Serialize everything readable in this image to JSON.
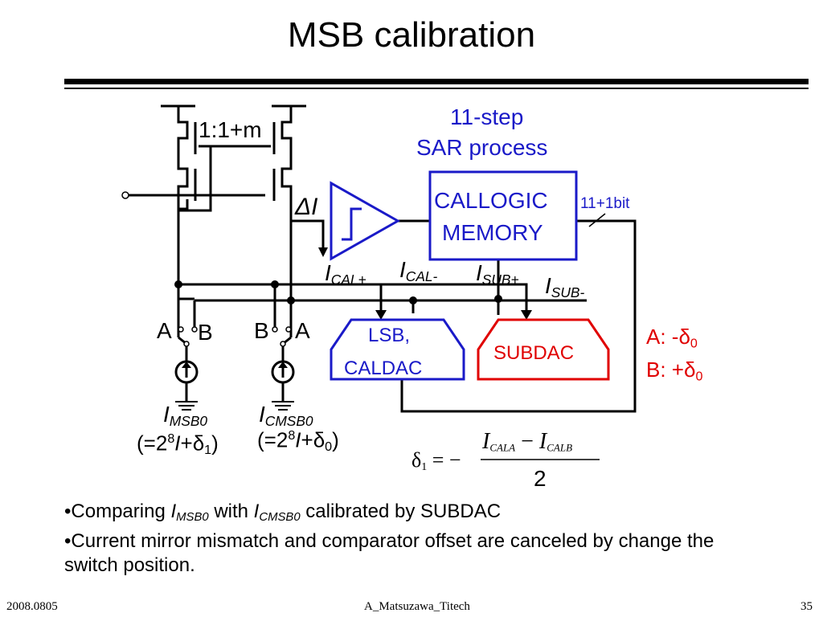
{
  "title": "MSB calibration",
  "diagram": {
    "mirror_ratio": "1:1+m",
    "delta_i": "ΔI",
    "sar_line1": "11-step",
    "sar_line2": "SAR process",
    "callogic_line1": "CALLOGIC",
    "callogic_line2": "MEMORY",
    "bus_width": "11+1bit",
    "i_cal_plus": {
      "main": "I",
      "sub": "CAL+"
    },
    "i_cal_minus": {
      "main": "I",
      "sub": "CAL-"
    },
    "i_sub_plus": {
      "main": "I",
      "sub": "SUB+"
    },
    "i_sub_minus": {
      "main": "I",
      "sub": "SUB-"
    },
    "lsb_line1": "LSB,",
    "lsb_line2": "CALDAC",
    "subdac": "SUBDAC",
    "switch_left": {
      "a": "A",
      "b": "B"
    },
    "switch_right": {
      "b": "B",
      "a": "A"
    },
    "state_a": {
      "label": "A: -δ",
      "sub": "0"
    },
    "state_b": {
      "label": "B: +δ",
      "sub": "0"
    },
    "i_msb0": {
      "main": "I",
      "sub": "MSB0"
    },
    "i_cmsb0": {
      "main": "I",
      "sub": "CMSB0"
    },
    "msb0_value": {
      "open": "(=2",
      "exp": "8",
      "mid": "I",
      "rest": "+δ",
      "sub": "1",
      "close": ")"
    },
    "cmsb0_value": {
      "open": "(=2",
      "exp": "8",
      "mid": "I",
      "rest": "+δ",
      "sub": "0",
      "close": ")"
    },
    "formula": {
      "lhs": "δ",
      "lhs_sub": "1",
      "eq": "= −",
      "num_a": "I",
      "num_a_sub": "CALA",
      "minus": "−",
      "num_b": "I",
      "num_b_sub": "CALB",
      "den": "2"
    }
  },
  "bullets": {
    "b1": {
      "pre": "•Comparing ",
      "i1": "I",
      "s1": "MSB0",
      "mid": " with ",
      "i2": "I",
      "s2": "CMSB0",
      "post": " calibrated by SUBDAC"
    },
    "b2": "•Current mirror mismatch and comparator offset are canceled by change the switch position."
  },
  "footer": {
    "date": "2008.0805",
    "author": "A_Matsuzawa_Titech",
    "page": "35"
  },
  "colors": {
    "blue": "#1a1ac8",
    "red": "#e00000",
    "black": "#000000"
  }
}
